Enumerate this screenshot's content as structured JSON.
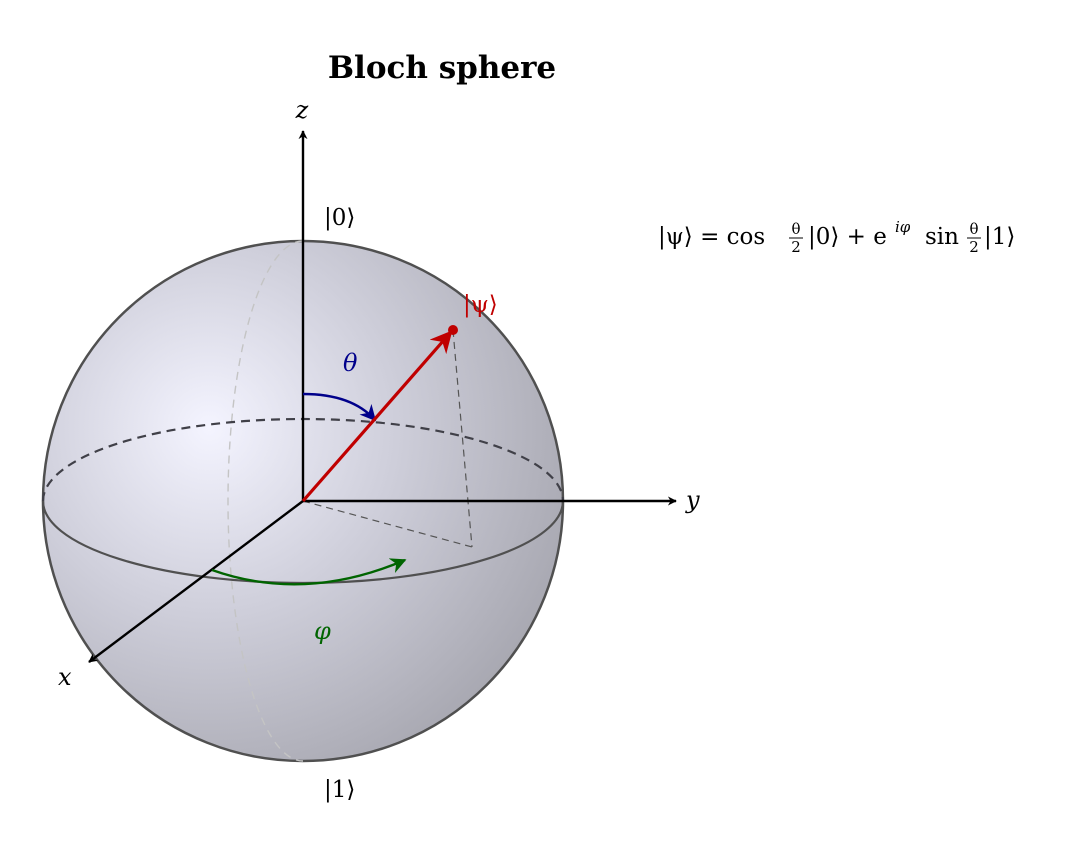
{
  "title": "Bloch sphere",
  "axes": {
    "x": "x",
    "y": "y",
    "z": "z"
  },
  "kets": {
    "zero": "|0⟩",
    "one": "|1⟩",
    "psi": "|ψ⟩"
  },
  "angles": {
    "theta": "θ",
    "phi": "φ"
  },
  "formula": {
    "lhs": "|ψ⟩ = cos",
    "frac_num": "θ",
    "frac_den": "2",
    "mid": "|0⟩ + e",
    "exponent": "iφ",
    "sin": "sin",
    "tail": "|1⟩"
  },
  "colors": {
    "state_vector": "#c00000",
    "theta_arc": "#00008b",
    "phi_arc": "#006400",
    "sphere_edge": "#505050",
    "sphere_fill_light": "#f4f4ff",
    "sphere_fill_dark": "#a8a8b2"
  }
}
